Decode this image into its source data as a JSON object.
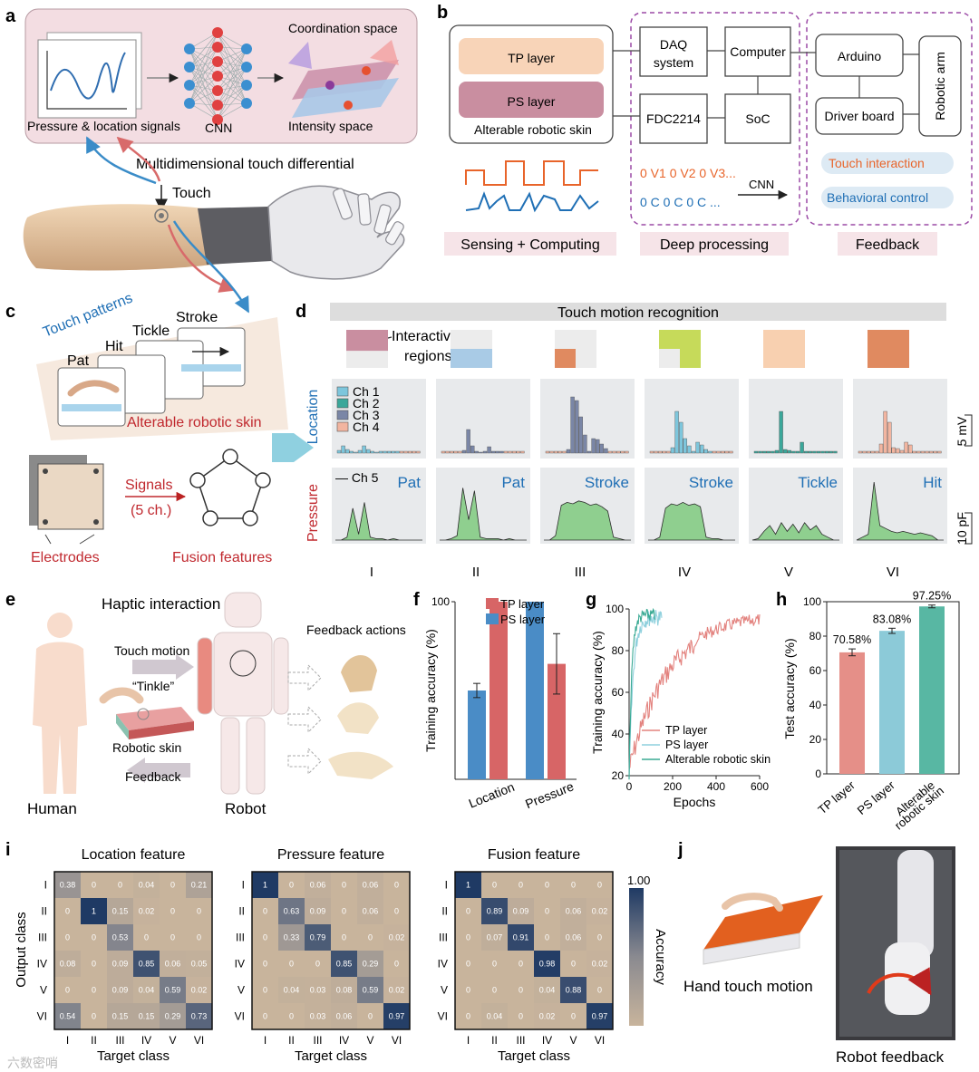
{
  "panel_a": {
    "letter": "a",
    "signals_label": "Pressure & location signals",
    "cnn_label": "CNN",
    "coord_label": "Coordination space",
    "intensity_label": "Intensity space",
    "touch_diff_label": "Multidimensional touch differential",
    "touch_label": "Touch"
  },
  "panel_b": {
    "letter": "b",
    "tp_label": "TP layer",
    "ps_label": "PS layer",
    "skin_label": "Alterable robotic skin",
    "daq_line1": "DAQ",
    "daq_line2": "system",
    "computer_label": "Computer",
    "fdc_label": "FDC2214",
    "soc_label": "SoC",
    "arduino_label": "Arduino",
    "driver_label": "Driver board",
    "arm_label": "Robotic arm",
    "seq_v": "0 V1 0 V2 0 V3...",
    "seq_c": "0 C 0 C 0 C ...",
    "cnn_arrow": "CNN",
    "touch_interaction": "Touch interaction",
    "behavioral_control": "Behavioral control",
    "stage1": "Sensing + Computing",
    "stage2": "Deep processing",
    "stage3": "Feedback",
    "colors": {
      "tp": "#f8d4b8",
      "ps": "#c98ea0",
      "dashed": "#9b4aa6",
      "orange": "#e8642a",
      "blue": "#1f6fb5"
    }
  },
  "panel_c": {
    "letter": "c",
    "touch_patterns": "Touch patterns",
    "pat": "Pat",
    "hit": "Hit",
    "tickle": "Tickle",
    "stroke": "Stroke",
    "skin_label": "Alterable robotic skin",
    "signals": "Signals",
    "channels": "(5 ch.)",
    "electrodes": "Electrodes",
    "fusion": "Fusion features"
  },
  "panel_d": {
    "letter": "d",
    "title": "Touch motion recognition",
    "interactive": "Interactive",
    "regions": "regions",
    "location_axis": "Location",
    "pressure_axis": "Pressure",
    "legend": [
      "Ch 1",
      "Ch 2",
      "Ch 3",
      "Ch 4"
    ],
    "ch5": "— Ch 5",
    "scale_mv": "5 mV",
    "scale_pf": "10 pF",
    "labels": [
      "Pat",
      "Pat",
      "Stroke",
      "Stroke",
      "Tickle",
      "Hit"
    ],
    "numerals": [
      "I",
      "II",
      "III",
      "IV",
      "V",
      "VI"
    ],
    "channel_colors": [
      "#7dc6dc",
      "#3aa79a",
      "#7a86a6",
      "#f2b5a0"
    ],
    "pressure_color": "#8fcf8f"
  },
  "panel_e": {
    "letter": "e",
    "title": "Haptic interaction",
    "feedback_actions": "Feedback actions",
    "touch_motion": "Touch motion",
    "tinkle": "“Tinkle”",
    "robotic_skin": "Robotic skin",
    "feedback": "Feedback",
    "human": "Human",
    "robot": "Robot"
  },
  "panel_f": {
    "letter": "f",
    "chart_data": {
      "type": "bar",
      "categories": [
        "Location",
        "Pressure"
      ],
      "series": [
        {
          "name": "TP layer",
          "values": [
            100,
            65
          ],
          "errors": [
            0,
            17
          ]
        },
        {
          "name": "PS layer",
          "values": [
            50,
            100
          ],
          "errors": [
            4,
            0
          ]
        }
      ],
      "ylabel": "Training accuracy (%)",
      "ylim": [
        0,
        100
      ],
      "yticks": [
        "100"
      ],
      "colors": [
        "#d76566",
        "#4a8cc6"
      ]
    }
  },
  "panel_g": {
    "letter": "g",
    "chart_data": {
      "type": "line",
      "xlabel": "Epochs",
      "ylabel": "Training accuracy (%)",
      "xlim": [
        0,
        600
      ],
      "ylim": [
        20,
        100
      ],
      "xticks": [
        "0",
        "200",
        "400",
        "600"
      ],
      "yticks": [
        "20",
        "40",
        "60",
        "80",
        "100"
      ],
      "series": [
        {
          "name": "TP layer",
          "color": "#e3837f"
        },
        {
          "name": "PS layer",
          "color": "#8fd0dd"
        },
        {
          "name": "Alterable robotic skin",
          "color": "#3aaa94"
        }
      ]
    }
  },
  "panel_h": {
    "letter": "h",
    "chart_data": {
      "type": "bar",
      "categories": [
        "TP layer",
        "PS layer",
        "Alterable robotic skin"
      ],
      "values": [
        70.58,
        83.08,
        97.25
      ],
      "value_labels": [
        "70.58%",
        "83.08%",
        "97.25%"
      ],
      "errors": [
        2,
        1.5,
        0.8
      ],
      "ylabel": "Test accuracy (%)",
      "ylim": [
        0,
        100
      ],
      "yticks": [
        "0",
        "20",
        "40",
        "60",
        "80",
        "100"
      ],
      "colors": [
        "#e58f88",
        "#8ccad8",
        "#58b7a3"
      ]
    }
  },
  "panel_i": {
    "letter": "i",
    "ylabel": "Output class",
    "xlabel": "Target class",
    "classes": [
      "I",
      "II",
      "III",
      "IV",
      "V",
      "VI"
    ],
    "colorbar_max": "1.00",
    "colorbar_label": "Accuracy",
    "chart_data": [
      {
        "type": "heatmap",
        "title": "Location feature",
        "values": [
          [
            "0.38",
            "0",
            "0",
            "0.04",
            "0",
            "0.21"
          ],
          [
            "0",
            "1",
            "0.15",
            "0.02",
            "0",
            "0"
          ],
          [
            "0",
            "0",
            "0.53",
            "0",
            "0",
            "0"
          ],
          [
            "0.08",
            "0",
            "0.09",
            "0.85",
            "0.06",
            "0.05"
          ],
          [
            "0",
            "0",
            "0.09",
            "0.04",
            "0.59",
            "0.02"
          ],
          [
            "0.54",
            "0",
            "0.15",
            "0.15",
            "0.29",
            "0.73"
          ]
        ]
      },
      {
        "type": "heatmap",
        "title": "Pressure feature",
        "values": [
          [
            "1",
            "0",
            "0.06",
            "0",
            "0.06",
            "0"
          ],
          [
            "0",
            "0.63",
            "0.09",
            "0",
            "0.06",
            "0"
          ],
          [
            "0",
            "0.33",
            "0.79",
            "0",
            "0",
            "0.02"
          ],
          [
            "0",
            "0",
            "0",
            "0.85",
            "0.29",
            "0"
          ],
          [
            "0",
            "0.04",
            "0.03",
            "0.08",
            "0.59",
            "0.02"
          ],
          [
            "0",
            "0",
            "0.03",
            "0.06",
            "0",
            "0.97"
          ]
        ]
      },
      {
        "type": "heatmap",
        "title": "Fusion feature",
        "values": [
          [
            "1",
            "0",
            "0",
            "0",
            "0",
            "0"
          ],
          [
            "0",
            "0.89",
            "0.09",
            "0",
            "0.06",
            "0.02"
          ],
          [
            "0",
            "0.07",
            "0.91",
            "0",
            "0.06",
            "0"
          ],
          [
            "0",
            "0",
            "0",
            "0.98",
            "0",
            "0.02"
          ],
          [
            "0",
            "0",
            "0",
            "0.04",
            "0.88",
            "0"
          ],
          [
            "0",
            "0.04",
            "0",
            "0.02",
            "0",
            "0.97"
          ]
        ]
      }
    ]
  },
  "panel_j": {
    "letter": "j",
    "hand_touch": "Hand touch motion",
    "robot_feedback": "Robot feedback"
  },
  "watermark": "六数密哨"
}
